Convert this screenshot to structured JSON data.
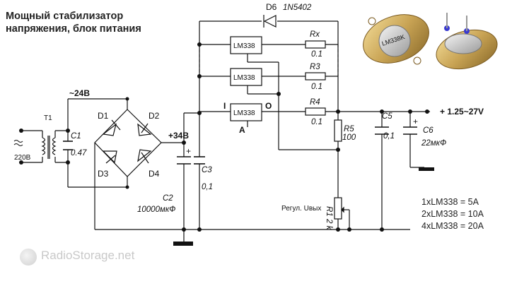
{
  "title_lines": [
    "Мощный стабилизатор",
    "напряжения, блок питания"
  ],
  "labels": {
    "d6": "D6",
    "d6_part": "1N5402",
    "rx": "Rx",
    "rx_val": "0.1",
    "r3": "R3",
    "r3_val": "0.1",
    "r4": "R4",
    "r4_val": "0.1",
    "reg1": "LM338",
    "reg2": "LM338",
    "reg3": "LM338",
    "pin_i": "I",
    "pin_o": "O",
    "pin_a": "A",
    "ac_24": "~24В",
    "dc_34": "+34В",
    "t1": "T1",
    "mains": "220В",
    "c1": "C1",
    "c1_val": "0.47",
    "d1": "D1",
    "d2": "D2",
    "d3": "D3",
    "d4": "D4",
    "c2": "C2",
    "c2_val": "10000мкФ",
    "c3": "C3",
    "c3_val": "0,1",
    "r5": "R5",
    "r5_val": "100",
    "c5": "C5",
    "c5_val": "0,1",
    "c6": "C6",
    "c6_val": "22мкФ",
    "out": "+ 1.25~27V",
    "r1": "R1",
    "r1_val": "2 k",
    "reg_label": "Регул. Uвых",
    "chip_marking": "LM338K"
  },
  "ratings": [
    "1xLM338 = 5A",
    "2xLM338 = 10A",
    "4xLM338 = 20A"
  ],
  "watermark": "RadioStorage.net",
  "colors": {
    "line": "#111111",
    "part_fill": "#ffffff",
    "metal": "#c9a455"
  }
}
